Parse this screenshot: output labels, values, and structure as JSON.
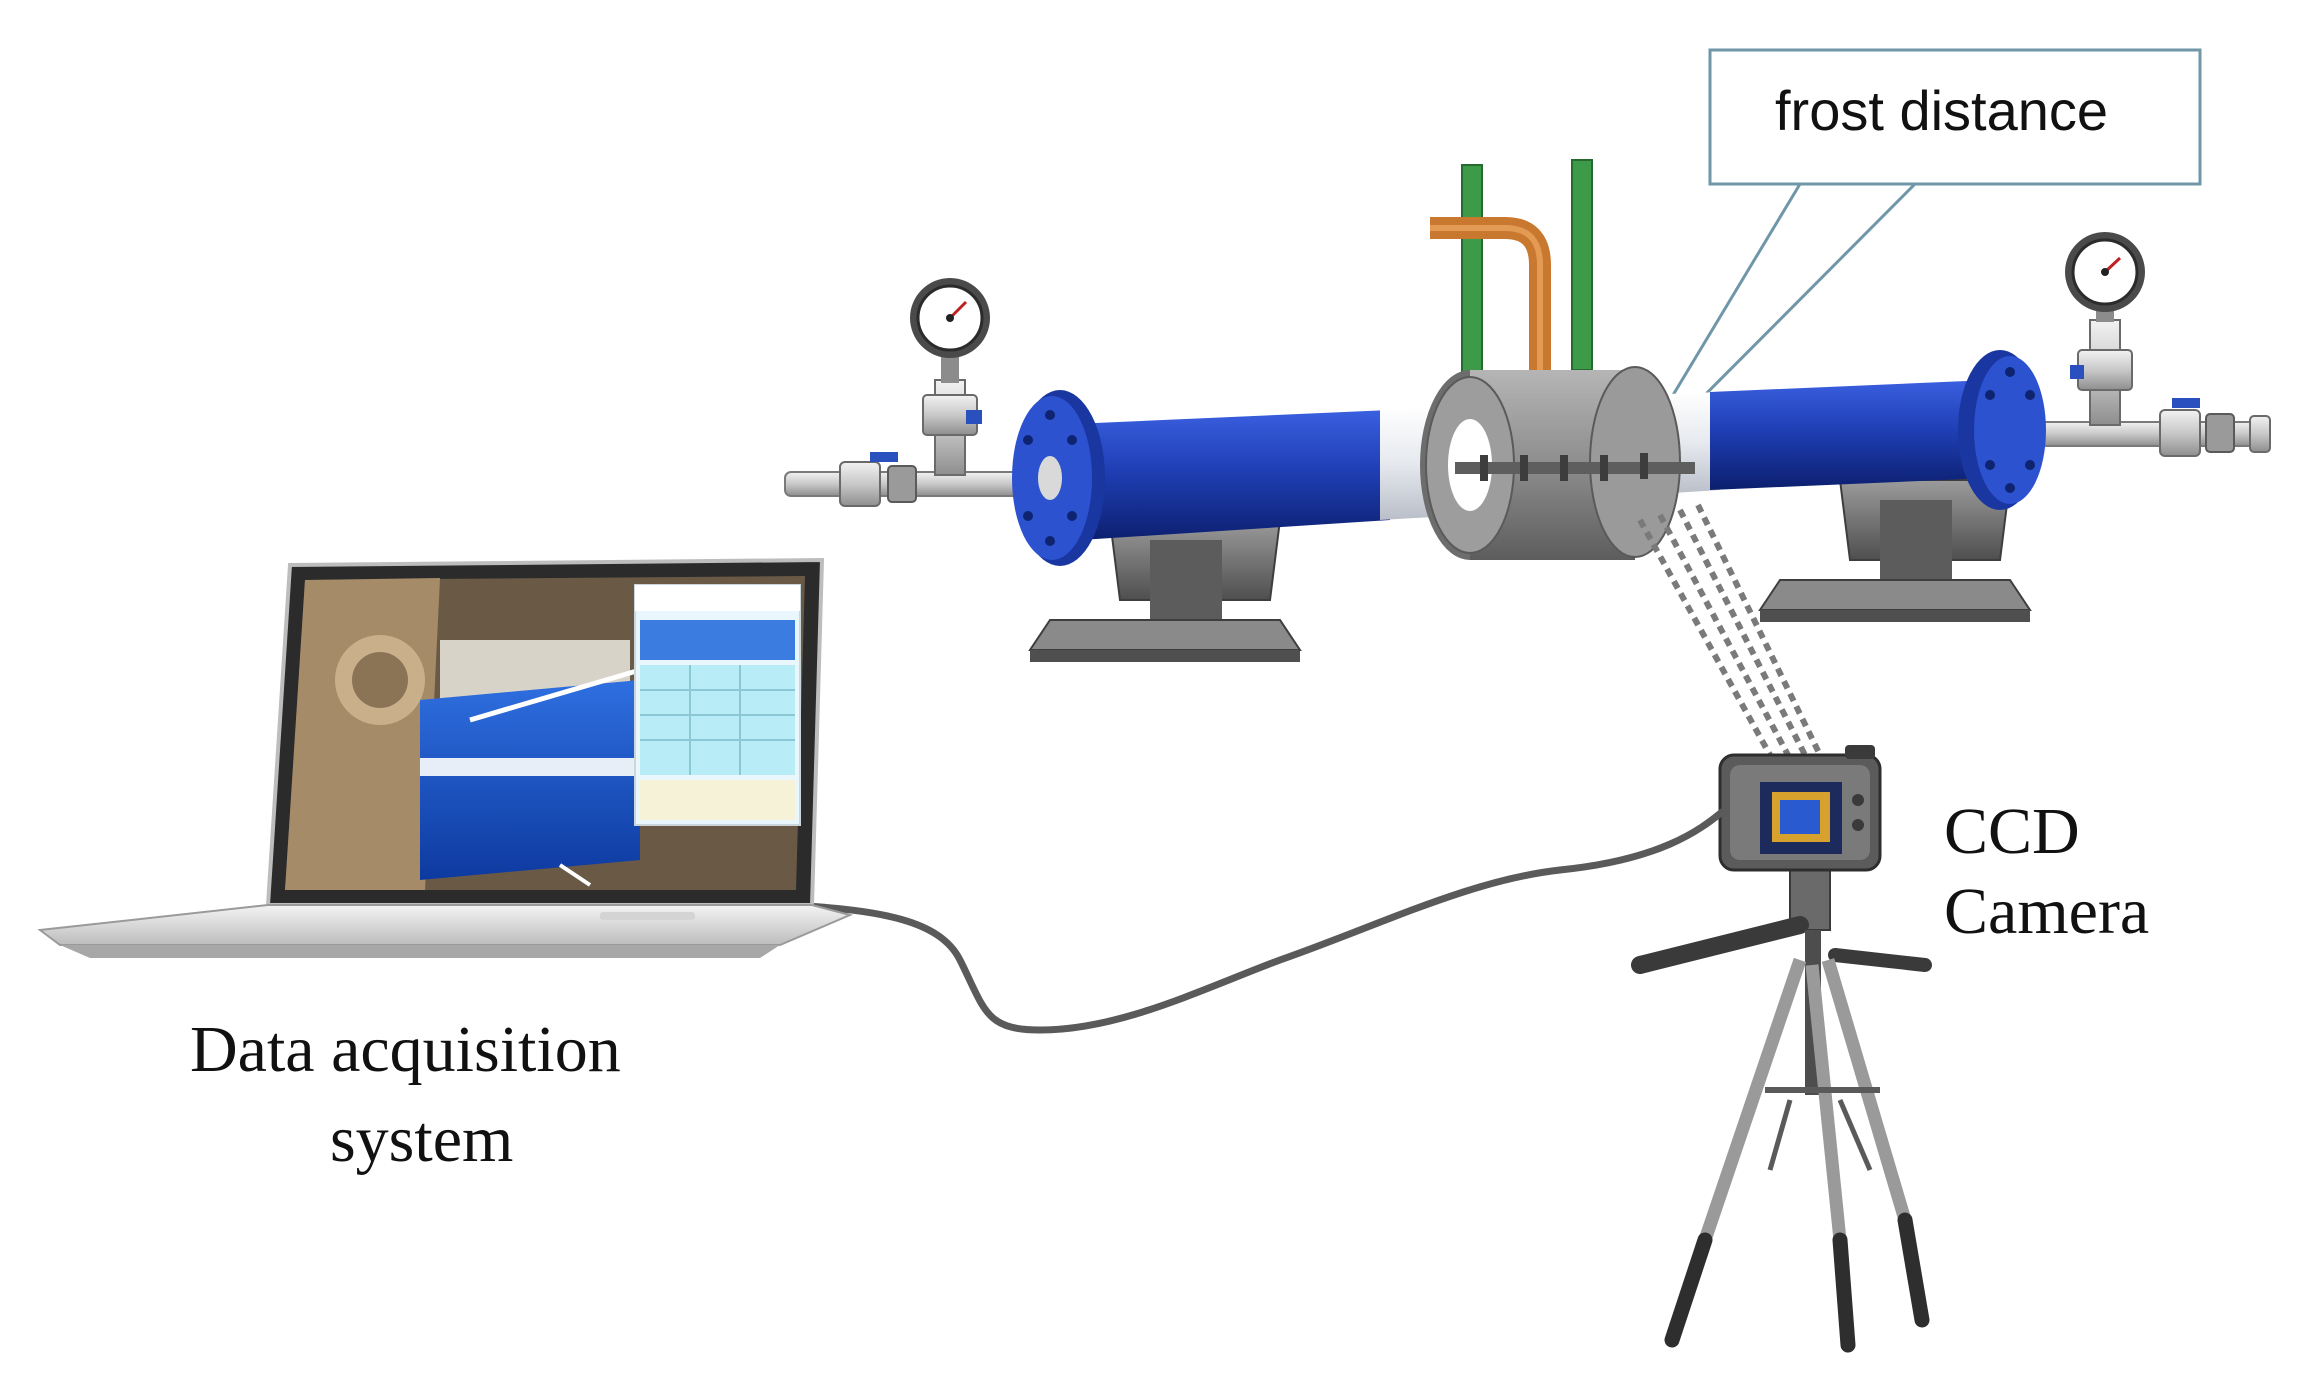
{
  "labels": {
    "data_acquisition_line1": "Data acquisition",
    "data_acquisition_line2": "system",
    "ccd_line1": "CCD",
    "ccd_line2": "Camera",
    "frost_distance": "frost distance"
  },
  "colors": {
    "pipe_blue": "#1f3fb5",
    "pipe_blue_dark": "#0f2680",
    "cooling_jacket": "#8a8a8a",
    "green_pipe": "#3d9a48",
    "copper_pipe": "#c9782f",
    "stand_grey": "#6f6f6f",
    "callout_border": "#6f97a8",
    "cable": "#5a5a5a"
  }
}
